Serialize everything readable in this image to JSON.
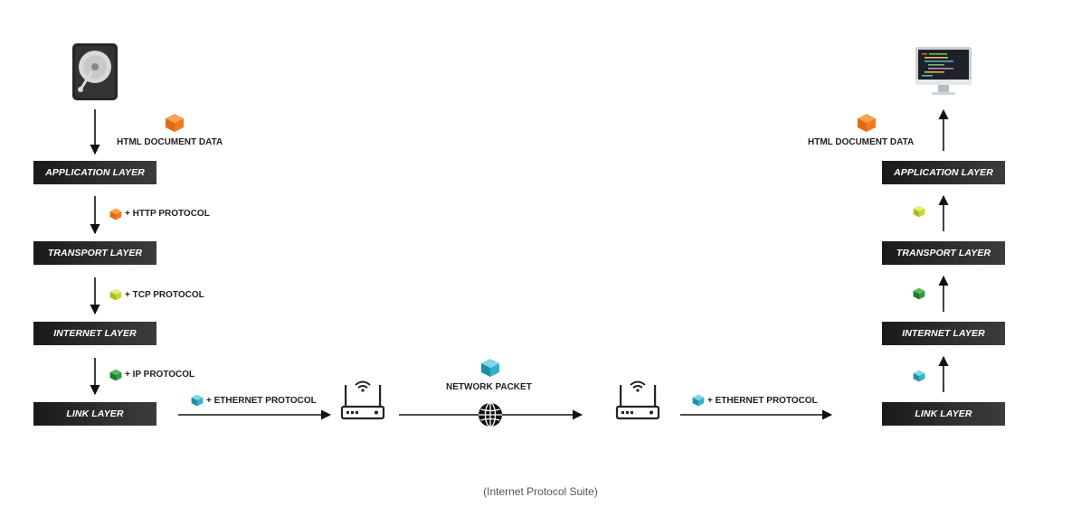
{
  "labels": {
    "html_data_left": "HTML DOCUMENT DATA",
    "html_data_right": "HTML DOCUMENT DATA",
    "http": "+ HTTP PROTOCOL",
    "tcp": "+ TCP PROTOCOL",
    "ip": "+ IP PROTOCOL",
    "ethernet_left": "+ ETHERNET PROTOCOL",
    "ethernet_right": "+ ETHERNET PROTOCOL",
    "network_packet": "NETWORK PACKET"
  },
  "left_stack": {
    "application": "APPLICATION LAYER",
    "transport": "TRANSPORT LAYER",
    "internet": "INTERNET LAYER",
    "link": "LINK LAYER"
  },
  "right_stack": {
    "application": "APPLICATION LAYER",
    "transport": "TRANSPORT LAYER",
    "internet": "INTERNET LAYER",
    "link": "LINK LAYER"
  },
  "caption": "(Internet Protocol Suite)",
  "colors": {
    "html_cube": "#f07a1e",
    "http_cube": "#f07a1e",
    "tcp_cube": "#c6d82e",
    "ip_cube": "#2e9a3c",
    "ethernet_cube": "#2fb3c9"
  },
  "icons": [
    "hard-drive-icon",
    "monitor-icon",
    "router-icon",
    "globe-icon",
    "cube-icon",
    "arrow-icon"
  ]
}
